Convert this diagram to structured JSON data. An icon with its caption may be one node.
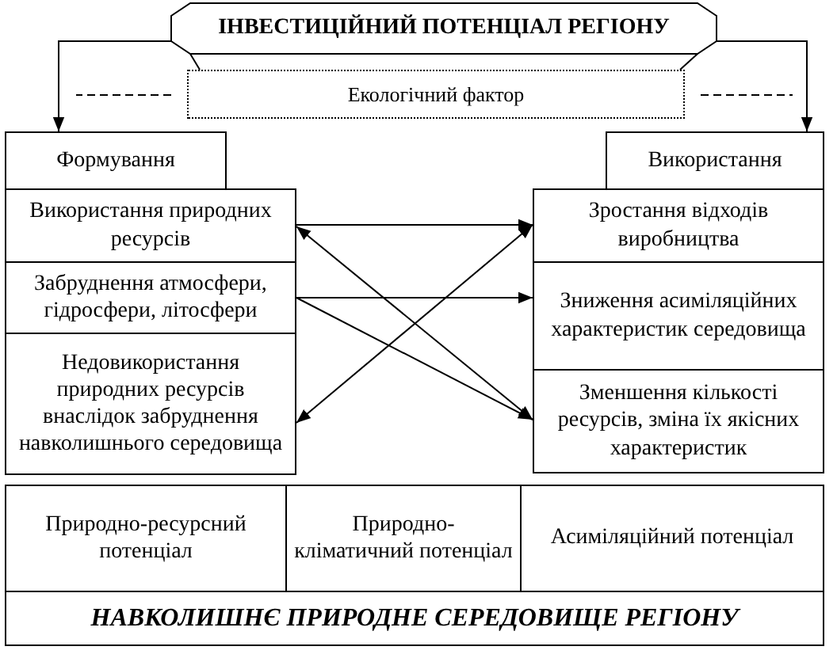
{
  "diagram": {
    "nodes": [
      {
        "text": [
          "ІНВЕСТИЦІЙНИЙ ПОТЕНЦІАЛ РЕГІОНУ"
        ]
      },
      {
        "text": [
          "Екологічний фактор"
        ]
      },
      {
        "text": [
          "Формування"
        ]
      },
      {
        "text": [
          "Використання"
        ]
      },
      {
        "text": [
          "Використання природних ресурсів"
        ]
      },
      {
        "text": [
          "Забруднення атмосфери, гідросфери, літосфери"
        ]
      },
      {
        "text": [
          "Недовикористання природних ресурсів внаслідок забруднення навколишнього середовища"
        ]
      },
      {
        "text": [
          "Зростання відходів виробництва"
        ]
      },
      {
        "text": [
          "Зниження асиміляційних характеристик середовища"
        ]
      },
      {
        "text": [
          "Зменшення кількості ресурсів, зміна їх якісних характеристик"
        ]
      },
      {
        "text": [
          "Природно-ресурсний потенціал"
        ]
      },
      {
        "text": [
          "Природно-кліматичний потенціал"
        ]
      },
      {
        "text": [
          "Асиміляційний потенціал"
        ]
      },
      {
        "text": [
          "НАВКОЛИШНЄ ПРИРОДНЕ СЕРЕДОВИЩЕ РЕГІОНУ"
        ]
      }
    ],
    "edges": [
      {
        "from": 0,
        "to": 2,
        "arrow": "to"
      },
      {
        "from": 0,
        "to": 3,
        "arrow": "to"
      },
      {
        "from": 0,
        "to": 1,
        "arrow": "none"
      },
      {
        "from": 1,
        "to": null,
        "arrow": "none",
        "style": "dashed"
      },
      {
        "from": 1,
        "to": null,
        "arrow": "none",
        "style": "dashed"
      },
      {
        "from": 4,
        "to": 7,
        "arrow": "to"
      },
      {
        "from": 4,
        "to": 9,
        "arrow": "both"
      },
      {
        "from": 5,
        "to": 8,
        "arrow": "to"
      },
      {
        "from": 5,
        "to": 9,
        "arrow": "to"
      },
      {
        "from": 7,
        "to": 6,
        "arrow": "both"
      }
    ]
  }
}
